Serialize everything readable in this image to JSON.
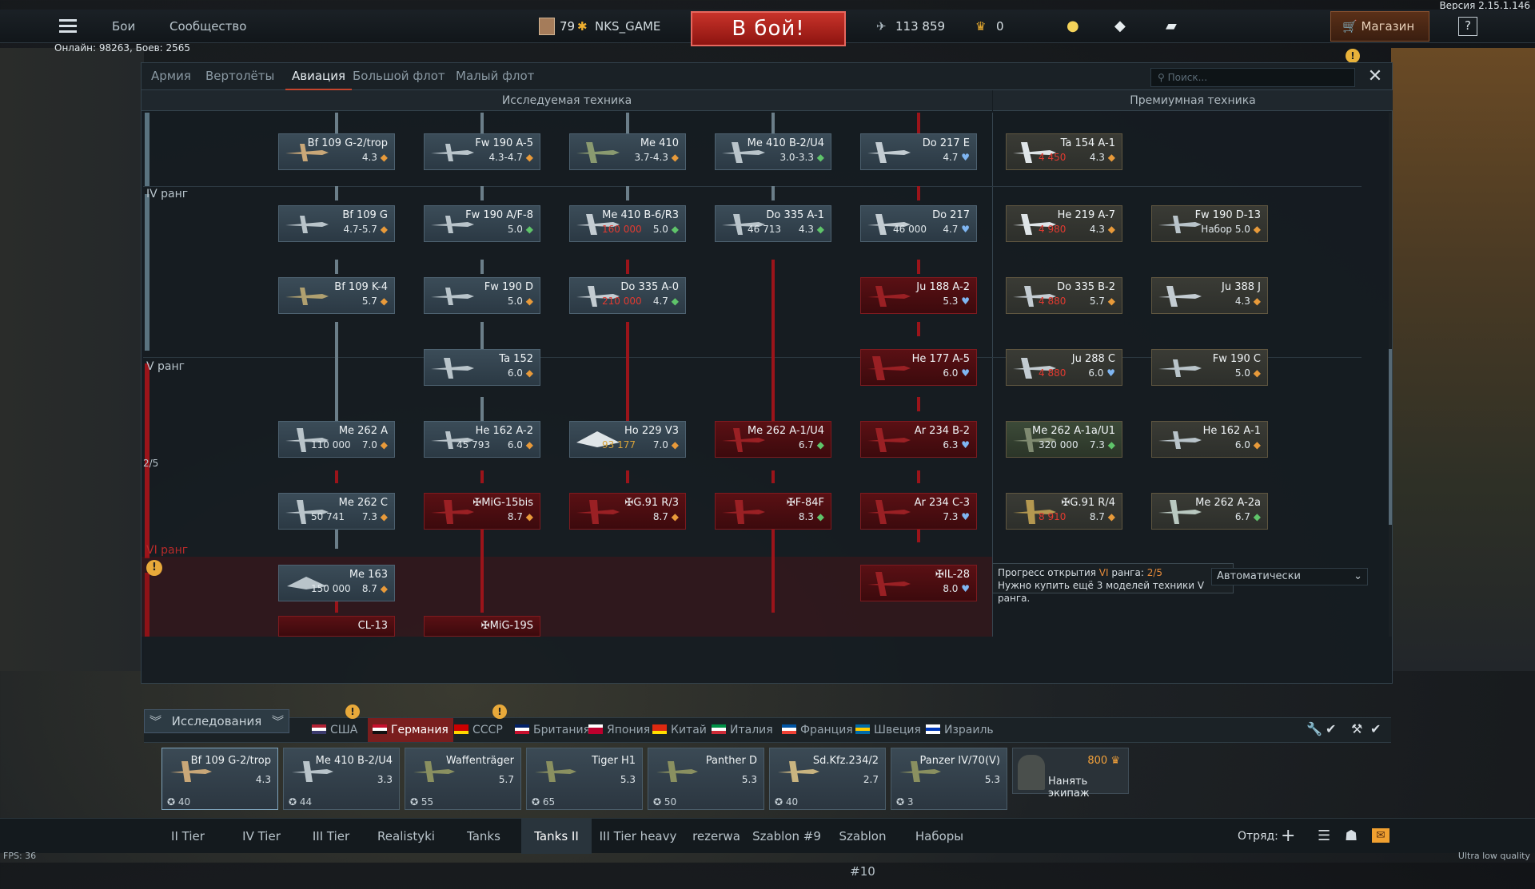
{
  "version": "Версия 2.15.1.146",
  "topbar": {
    "battles": "Бои",
    "community": "Сообщество",
    "level": "79",
    "username": "NKS_GAME",
    "battle_button": "В бой!",
    "silver": "113 859",
    "gold": "0",
    "shop": "Магазин"
  },
  "online": "Онлайн: 98263, Боев: 2565",
  "tabs": [
    "Армия",
    "Вертолёты",
    "Авиация",
    "Большой флот",
    "Малый флот"
  ],
  "search_placeholder": "Поиск...",
  "headers": {
    "researched": "Исследуемая техника",
    "premium": "Премиумная техника"
  },
  "ranks": {
    "iv": "IV ранг",
    "v": "V ранг",
    "vi": "VI ранг",
    "progress": "2/5"
  },
  "vehicles": {
    "bf109g2trop": {
      "name": "Bf 109 G-2/trop",
      "br": "4.3"
    },
    "fw190a5": {
      "name": "Fw 190 A-5",
      "br": "4.3-4.7"
    },
    "me410": {
      "name": "Me 410",
      "br": "3.7-4.3"
    },
    "me410b2u4": {
      "name": "Me 410 B-2/U4",
      "br": "3.0-3.3"
    },
    "do217e": {
      "name": "Do 217 E",
      "br": "4.7"
    },
    "ta154": {
      "name": "Ta 154 A-1",
      "cost": "4 450",
      "br": "4.3"
    },
    "bf109g": {
      "name": "Bf 109 G",
      "br": "4.7-5.7"
    },
    "fw190af8": {
      "name": "Fw 190 A/F-8",
      "br": "5.0"
    },
    "me410b6": {
      "name": "Me 410 B-6/R3",
      "cost": "160 000",
      "br": "5.0"
    },
    "do335a1": {
      "name": "Do 335 A-1",
      "cost": "46 713",
      "br": "4.3"
    },
    "do217": {
      "name": "Do 217",
      "cost": "46 000",
      "br": "4.7"
    },
    "he219": {
      "name": "He 219 A-7",
      "cost": "4 980",
      "br": "4.3"
    },
    "fw190d13": {
      "name": "Fw 190 D-13",
      "br": "Набор 5.0"
    },
    "bf109k4": {
      "name": "Bf 109 K-4",
      "br": "5.7"
    },
    "fw190d": {
      "name": "Fw 190 D",
      "br": "5.0"
    },
    "do335a0": {
      "name": "Do 335 A-0",
      "cost": "210 000",
      "br": "4.7"
    },
    "ju188": {
      "name": "Ju 188 A-2",
      "br": "5.3"
    },
    "do335b2": {
      "name": "Do 335 B-2",
      "cost": "4 880",
      "br": "5.7"
    },
    "ju388": {
      "name": "Ju 388 J",
      "br": "4.3"
    },
    "ta152": {
      "name": "Ta 152",
      "br": "6.0"
    },
    "he177": {
      "name": "He 177 A-5",
      "br": "6.0"
    },
    "ju288": {
      "name": "Ju 288 C",
      "cost": "4 880",
      "br": "6.0"
    },
    "fw190c": {
      "name": "Fw 190 C",
      "br": "5.0"
    },
    "me262a": {
      "name": "Me 262 A",
      "cost": "110 000",
      "br": "7.0"
    },
    "he162a2": {
      "name": "He 162 A-2",
      "cost": "45 793",
      "br": "6.0"
    },
    "ho229": {
      "name": "Ho 229 V3",
      "cost": "93 177",
      "br": "7.0"
    },
    "me262a1u4": {
      "name": "Me 262 A-1/U4",
      "br": "6.7"
    },
    "ar234b2": {
      "name": "Ar 234 B-2",
      "br": "6.3"
    },
    "me262u1": {
      "name": "Me 262 A-1a/U1",
      "cost": "320 000",
      "br": "7.3"
    },
    "he162a1": {
      "name": "He 162 A-1",
      "br": "6.0"
    },
    "me262c": {
      "name": "Me 262 C",
      "cost": "50 741",
      "br": "7.3"
    },
    "mig15bis": {
      "name": "✠MiG-15bis",
      "br": "8.7"
    },
    "g91r3": {
      "name": "✠G.91 R/3",
      "br": "8.7"
    },
    "f84f": {
      "name": "✠F-84F",
      "br": "8.3"
    },
    "ar234c3": {
      "name": "Ar 234 C-3",
      "br": "7.3"
    },
    "g91r4": {
      "name": "✠G.91 R/4",
      "cost": "8 910",
      "br": "8.7"
    },
    "me262a2a": {
      "name": "Me 262 A-2a",
      "br": "6.7"
    },
    "me163": {
      "name": "Me 163",
      "cost": "150 000",
      "br": "8.7"
    },
    "il28": {
      "name": "✠IL-28",
      "br": "8.0"
    },
    "cl13": {
      "name": "CL-13",
      "br": ""
    },
    "mig19s": {
      "name": "✠MiG-19S",
      "br": ""
    }
  },
  "tooltip": {
    "line1_prefix": "Прогресс открытия ",
    "line1_rank": "VI",
    "line1_mid": " ранга: ",
    "line1_val": "2/5",
    "line2": "Нужно купить ещё 3 моделей техники V ранга."
  },
  "auto_select": "Автоматически",
  "research_button": "Исследования",
  "nations": [
    {
      "label": "США",
      "colors": [
        "#b22234",
        "#ffffff",
        "#3c3b6e"
      ]
    },
    {
      "label": "Германия",
      "colors": [
        "#c8102e",
        "#ffffff",
        "#111111"
      ]
    },
    {
      "label": "СССР",
      "colors": [
        "#cc0000",
        "#cc0000",
        "#ffd700"
      ]
    },
    {
      "label": "Британия",
      "colors": [
        "#012169",
        "#ffffff",
        "#c8102e"
      ]
    },
    {
      "label": "Япония",
      "colors": [
        "#ffffff",
        "#bc002d",
        "#bc002d"
      ]
    },
    {
      "label": "Китай",
      "colors": [
        "#de2910",
        "#de2910",
        "#ffde00"
      ]
    },
    {
      "label": "Италия",
      "colors": [
        "#009246",
        "#ffffff",
        "#ce2b37"
      ]
    },
    {
      "label": "Франция",
      "colors": [
        "#0055a4",
        "#ffffff",
        "#ef4135"
      ]
    },
    {
      "label": "Швеция",
      "colors": [
        "#006aa7",
        "#fecc00",
        "#006aa7"
      ]
    },
    {
      "label": "Израиль",
      "colors": [
        "#ffffff",
        "#0038b8",
        "#ffffff"
      ]
    }
  ],
  "crew": [
    {
      "name": "Bf 109 G-2/trop",
      "br": "4.3",
      "level": "40"
    },
    {
      "name": "Me 410 B-2/U4",
      "br": "3.3",
      "level": "44"
    },
    {
      "name": "Waffenträger",
      "br": "5.7",
      "level": "55"
    },
    {
      "name": "Tiger H1",
      "br": "5.3",
      "level": "65"
    },
    {
      "name": "Panther D",
      "br": "5.3",
      "level": "50"
    },
    {
      "name": "Sd.Kfz.234/2",
      "br": "2.7",
      "level": "40"
    },
    {
      "name": "Panzer IV/70(V)",
      "br": "5.3",
      "level": "3"
    }
  ],
  "hire": {
    "gold": "800",
    "label": "Нанять экипаж"
  },
  "bottom_tabs": [
    "II Tier",
    "IV Tier",
    "III Tier",
    "Realistyki",
    "Tanks",
    "Tanks II",
    "III Tier heavy",
    "rezerwa",
    "Szablon #9",
    "Szablon #10",
    "Наборы"
  ],
  "squad": "Отряд:",
  "fps": "FPS: 36",
  "quality": "Ultra low quality",
  "colors": {
    "accent": "#c4452e",
    "gold": "#f4a23a",
    "researched": "#3b4c58",
    "locked": "#5a1014"
  }
}
